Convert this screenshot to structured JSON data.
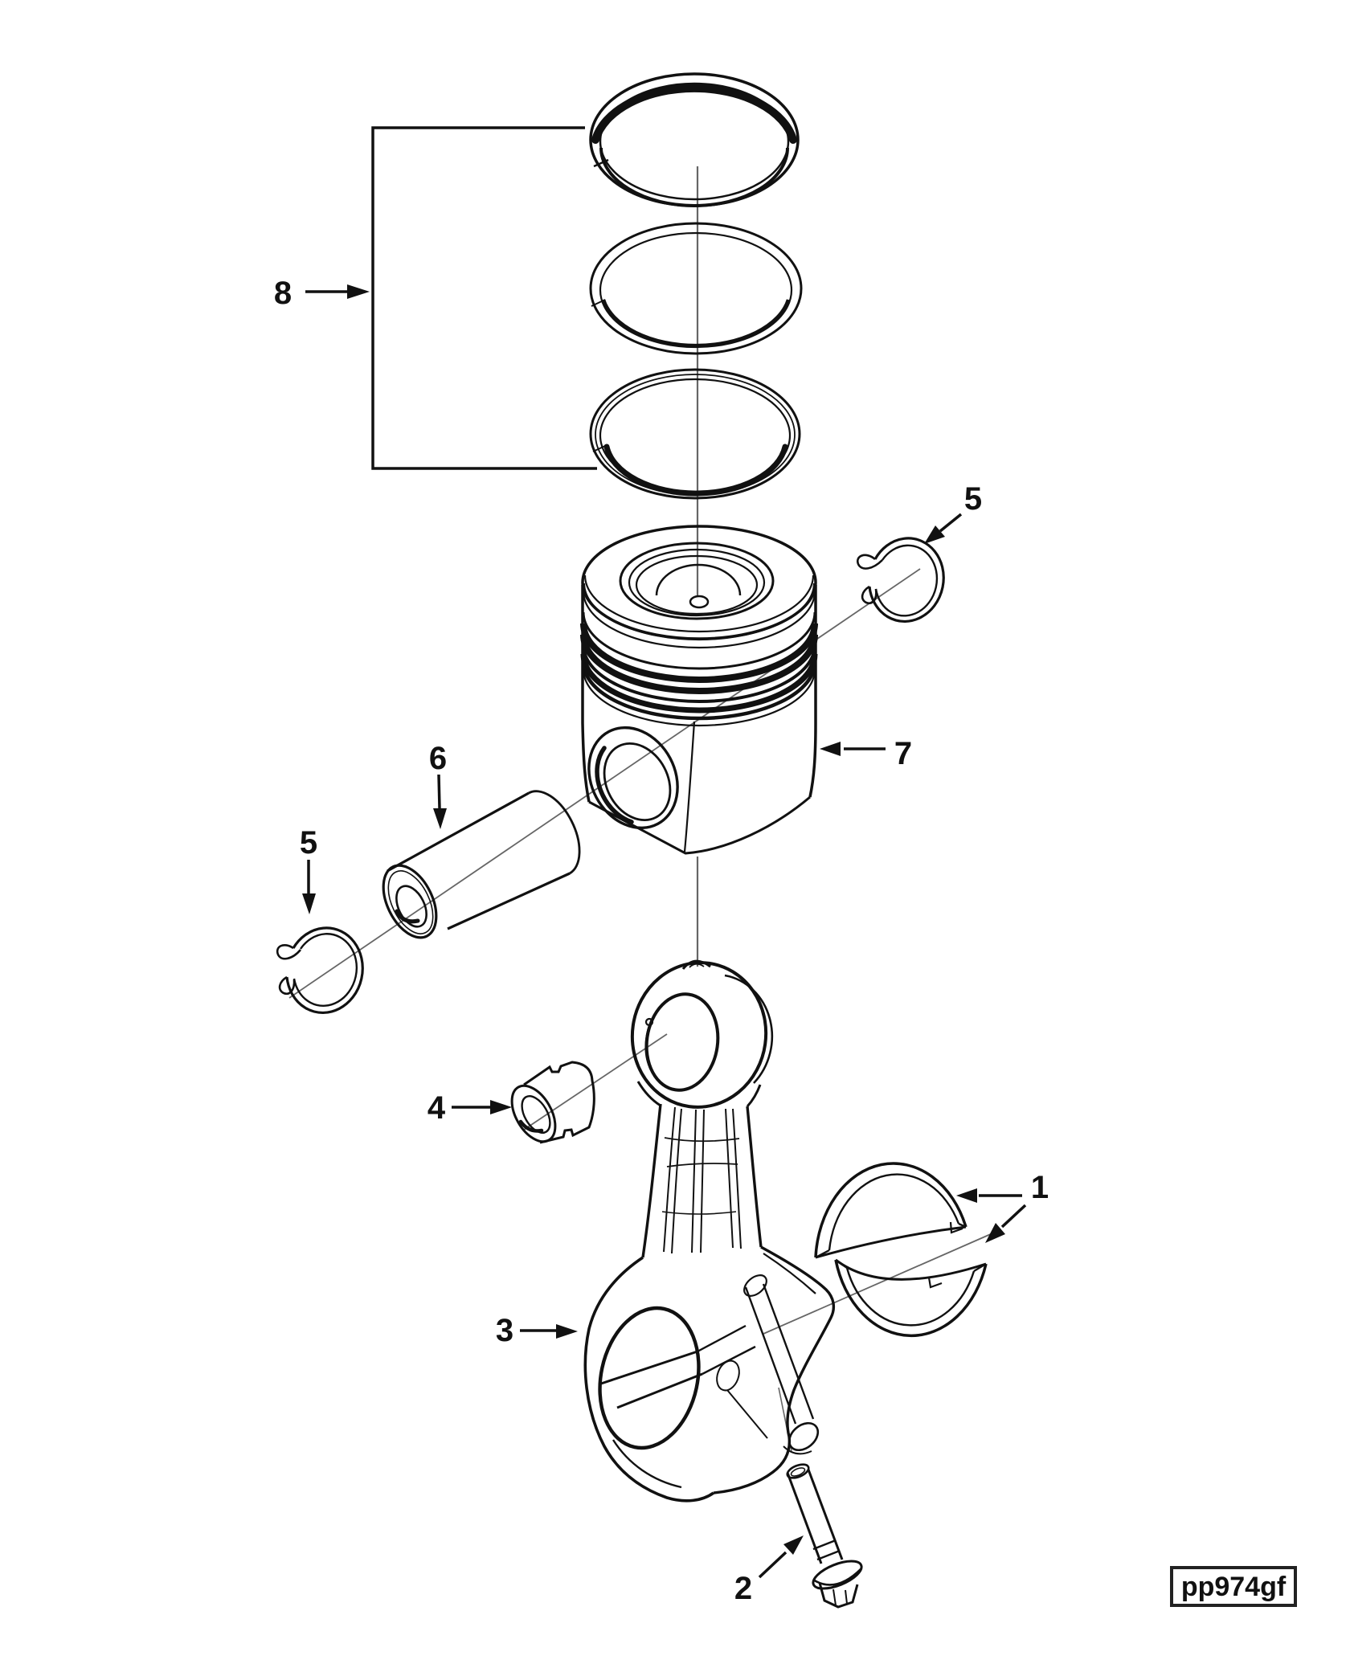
{
  "figure_code": "pp974gf",
  "callouts": {
    "bearings_label": "1",
    "bolt_label": "2",
    "rod_label": "3",
    "bushing_label": "4",
    "snap_ring_left_label": "5",
    "snap_ring_right_label": "5",
    "pin_label": "6",
    "piston_label": "7",
    "ring_set_label": "8"
  },
  "colors": {
    "line": "#111111",
    "centerline": "#666666",
    "background": "#ffffff"
  }
}
